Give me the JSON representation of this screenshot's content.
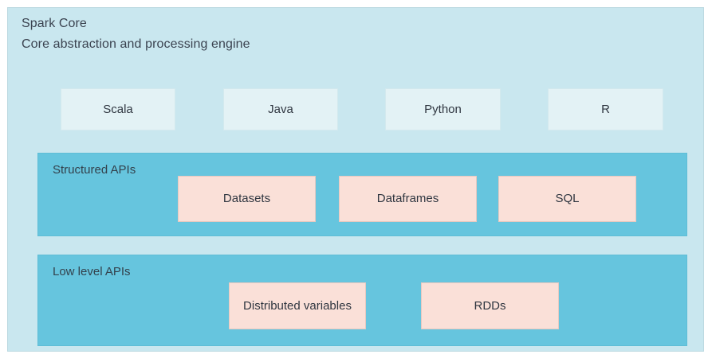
{
  "diagram": {
    "title": "Spark Core",
    "subtitle": "Core abstraction and processing engine",
    "languages": [
      {
        "label": "Scala"
      },
      {
        "label": "Java"
      },
      {
        "label": "Python"
      },
      {
        "label": "R"
      }
    ],
    "bands": [
      {
        "label": "Structured APIs",
        "components": [
          {
            "label": "Datasets"
          },
          {
            "label": "Dataframes"
          },
          {
            "label": "SQL"
          }
        ]
      },
      {
        "label": "Low level APIs",
        "components": [
          {
            "label": "Distributed variables"
          },
          {
            "label": "RDDs"
          }
        ]
      }
    ],
    "colors": {
      "core_panel": "#c9e7ef",
      "language_box": "#e3f2f5",
      "api_band": "#66c5de",
      "component_box": "#fae0d8",
      "text": "#2f3640"
    }
  }
}
